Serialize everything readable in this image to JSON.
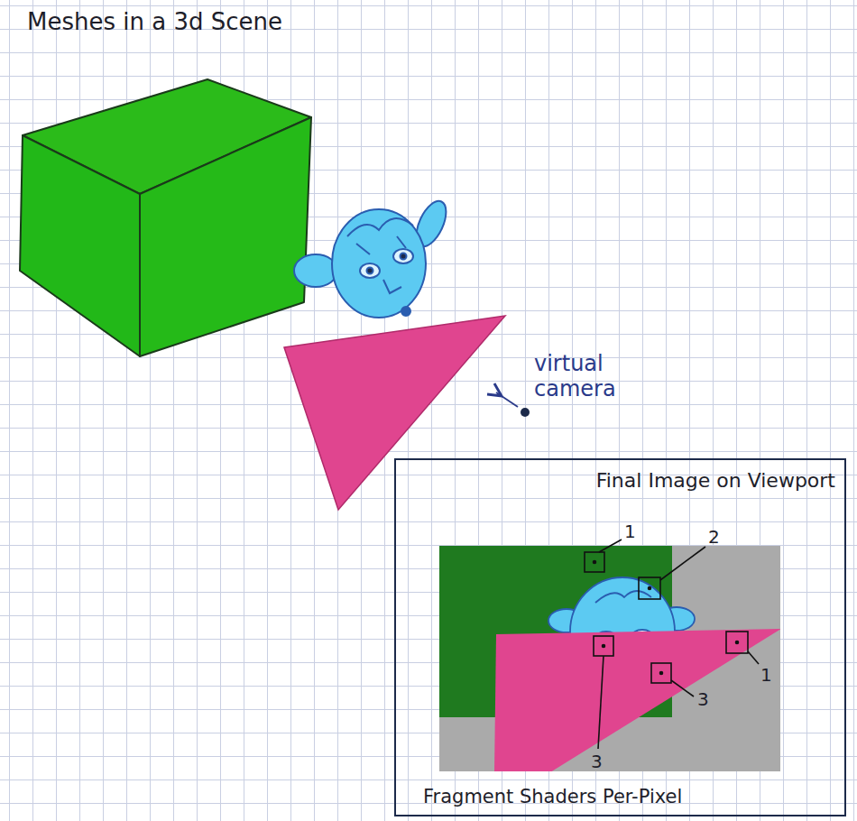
{
  "diagram": {
    "title": "Meshes in a 3d Scene",
    "nodes": [
      {
        "text": [
          "Final Image on Viewport",
          "Fragment Shaders Per-Pixel"
        ]
      }
    ],
    "labels": [
      "virtual camera",
      "1",
      "2",
      "1",
      "3",
      "3"
    ]
  }
}
